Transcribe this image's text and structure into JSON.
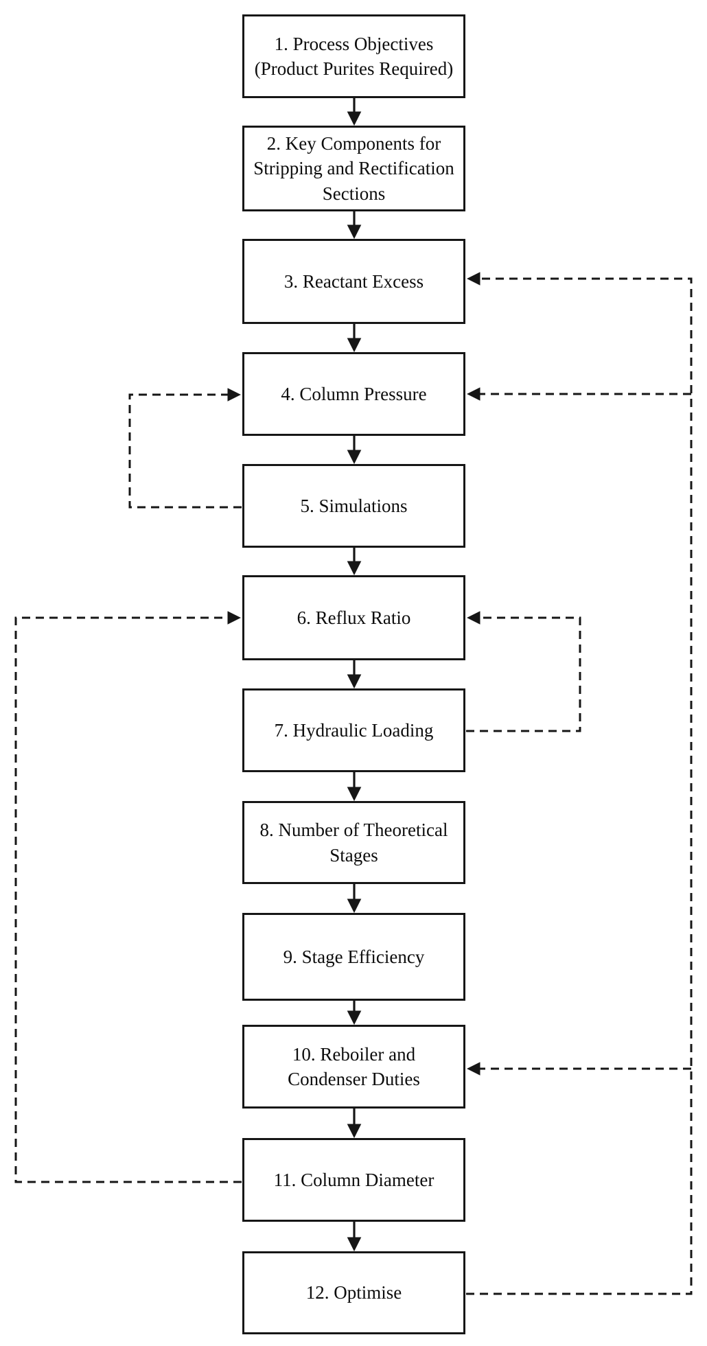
{
  "flowchart": {
    "steps": [
      {
        "id": 1,
        "label": "1. Process Objectives\n(Product Purites Required)"
      },
      {
        "id": 2,
        "label": "2. Key Components for\nStripping and Rectification\nSections"
      },
      {
        "id": 3,
        "label": "3. Reactant Excess"
      },
      {
        "id": 4,
        "label": "4. Column Pressure"
      },
      {
        "id": 5,
        "label": "5. Simulations"
      },
      {
        "id": 6,
        "label": "6. Reflux Ratio"
      },
      {
        "id": 7,
        "label": "7. Hydraulic Loading"
      },
      {
        "id": 8,
        "label": "8. Number of Theoretical\nStages"
      },
      {
        "id": 9,
        "label": "9. Stage Efficiency"
      },
      {
        "id": 10,
        "label": "10. Reboiler and\nCondenser Duties"
      },
      {
        "id": 11,
        "label": "11. Column Diameter"
      },
      {
        "id": 12,
        "label": "12. Optimise"
      }
    ],
    "edges": {
      "flow": [
        {
          "from": 1,
          "to": 2,
          "style": "solid-arrow"
        },
        {
          "from": 2,
          "to": 3,
          "style": "solid-arrow"
        },
        {
          "from": 3,
          "to": 4,
          "style": "solid-arrow"
        },
        {
          "from": 4,
          "to": 5,
          "style": "solid-arrow"
        },
        {
          "from": 5,
          "to": 6,
          "style": "solid-arrow"
        },
        {
          "from": 6,
          "to": 7,
          "style": "solid-arrow"
        },
        {
          "from": 7,
          "to": 8,
          "style": "solid-arrow"
        },
        {
          "from": 8,
          "to": 9,
          "style": "solid-arrow"
        },
        {
          "from": 9,
          "to": 10,
          "style": "solid-arrow"
        },
        {
          "from": 10,
          "to": 11,
          "style": "solid-arrow"
        },
        {
          "from": 11,
          "to": 12,
          "style": "solid-arrow"
        }
      ],
      "feedback": [
        {
          "from": 5,
          "to": 4,
          "style": "dashed-arrow",
          "side": "left"
        },
        {
          "from": 7,
          "to": 6,
          "style": "dashed-arrow",
          "side": "right"
        },
        {
          "from": 11,
          "to": 6,
          "style": "dashed-arrow",
          "side": "left"
        },
        {
          "from": 12,
          "to": 3,
          "style": "dashed-arrow",
          "side": "right"
        },
        {
          "from": 12,
          "to": 4,
          "style": "dashed-arrow",
          "side": "right"
        },
        {
          "from": 12,
          "to": 10,
          "style": "dashed-arrow",
          "side": "right"
        }
      ]
    },
    "colors": {
      "ink": "#161616",
      "background": "#ffffff"
    }
  }
}
